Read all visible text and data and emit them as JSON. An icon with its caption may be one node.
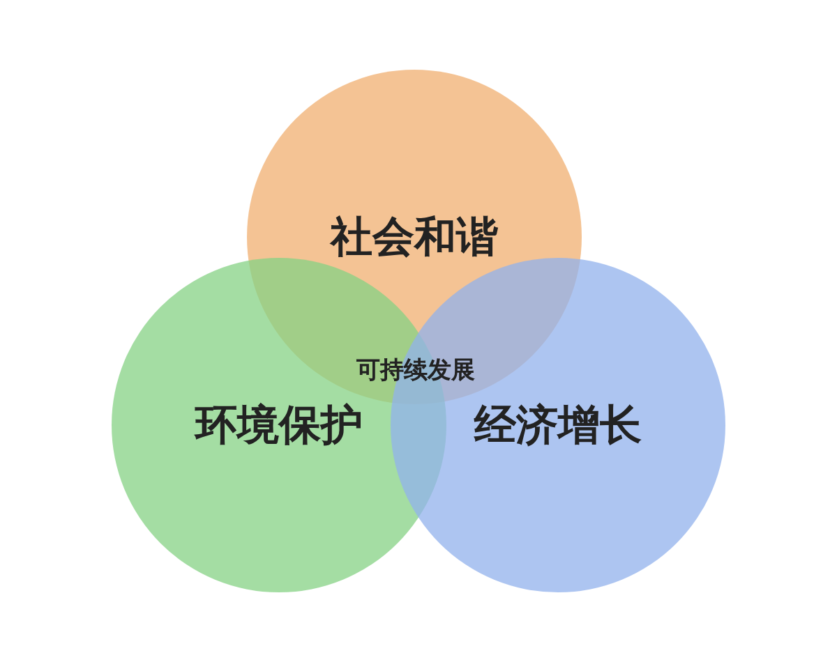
{
  "diagram": {
    "nodes": [
      {
        "text": [
          "社会和谐"
        ]
      },
      {
        "text": [
          "环境保护"
        ]
      },
      {
        "text": [
          "经济增长"
        ]
      }
    ],
    "labels": [
      "可持续发展"
    ]
  }
}
